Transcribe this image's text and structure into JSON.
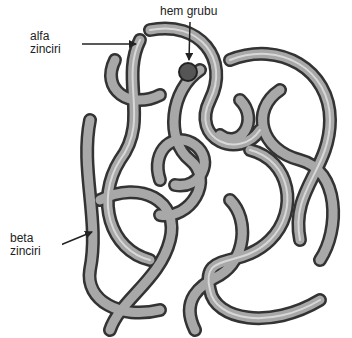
{
  "diagram": {
    "labels": [
      "hem grubu",
      "alfa zinciri",
      "beta zinciri"
    ]
  }
}
